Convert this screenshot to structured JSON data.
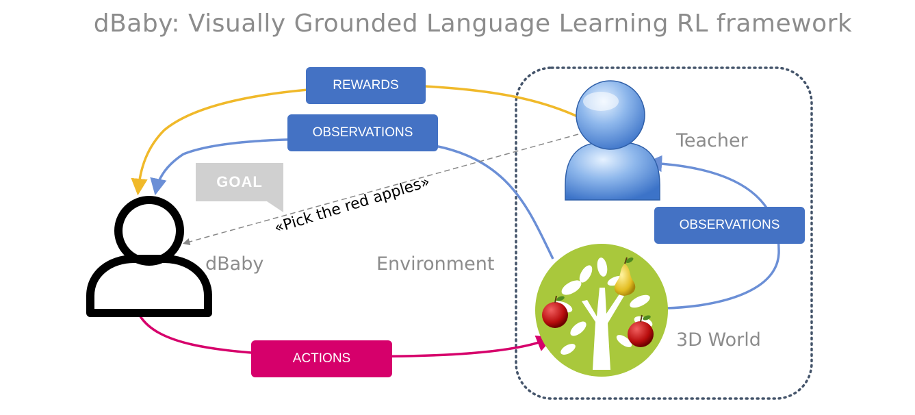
{
  "title": "dBaby: Visually Grounded Language Learning RL framework",
  "nodes": {
    "dbaby": "dBaby",
    "environment": "Environment",
    "teacher": "Teacher",
    "world": "3D World"
  },
  "edges": {
    "rewards": "REWARDS",
    "observations_agent": "OBSERVATIONS",
    "observations_teacher": "OBSERVATIONS",
    "actions": "ACTIONS"
  },
  "goal": "GOAL",
  "instruction": "«Pick the red apples»",
  "colors": {
    "rewards": "#f0b92a",
    "observations": "#6b8fd6",
    "actions": "#d6006b",
    "box_blue": "#4472c4",
    "env_border": "#44546a",
    "tree_bg": "#a9c83c"
  }
}
